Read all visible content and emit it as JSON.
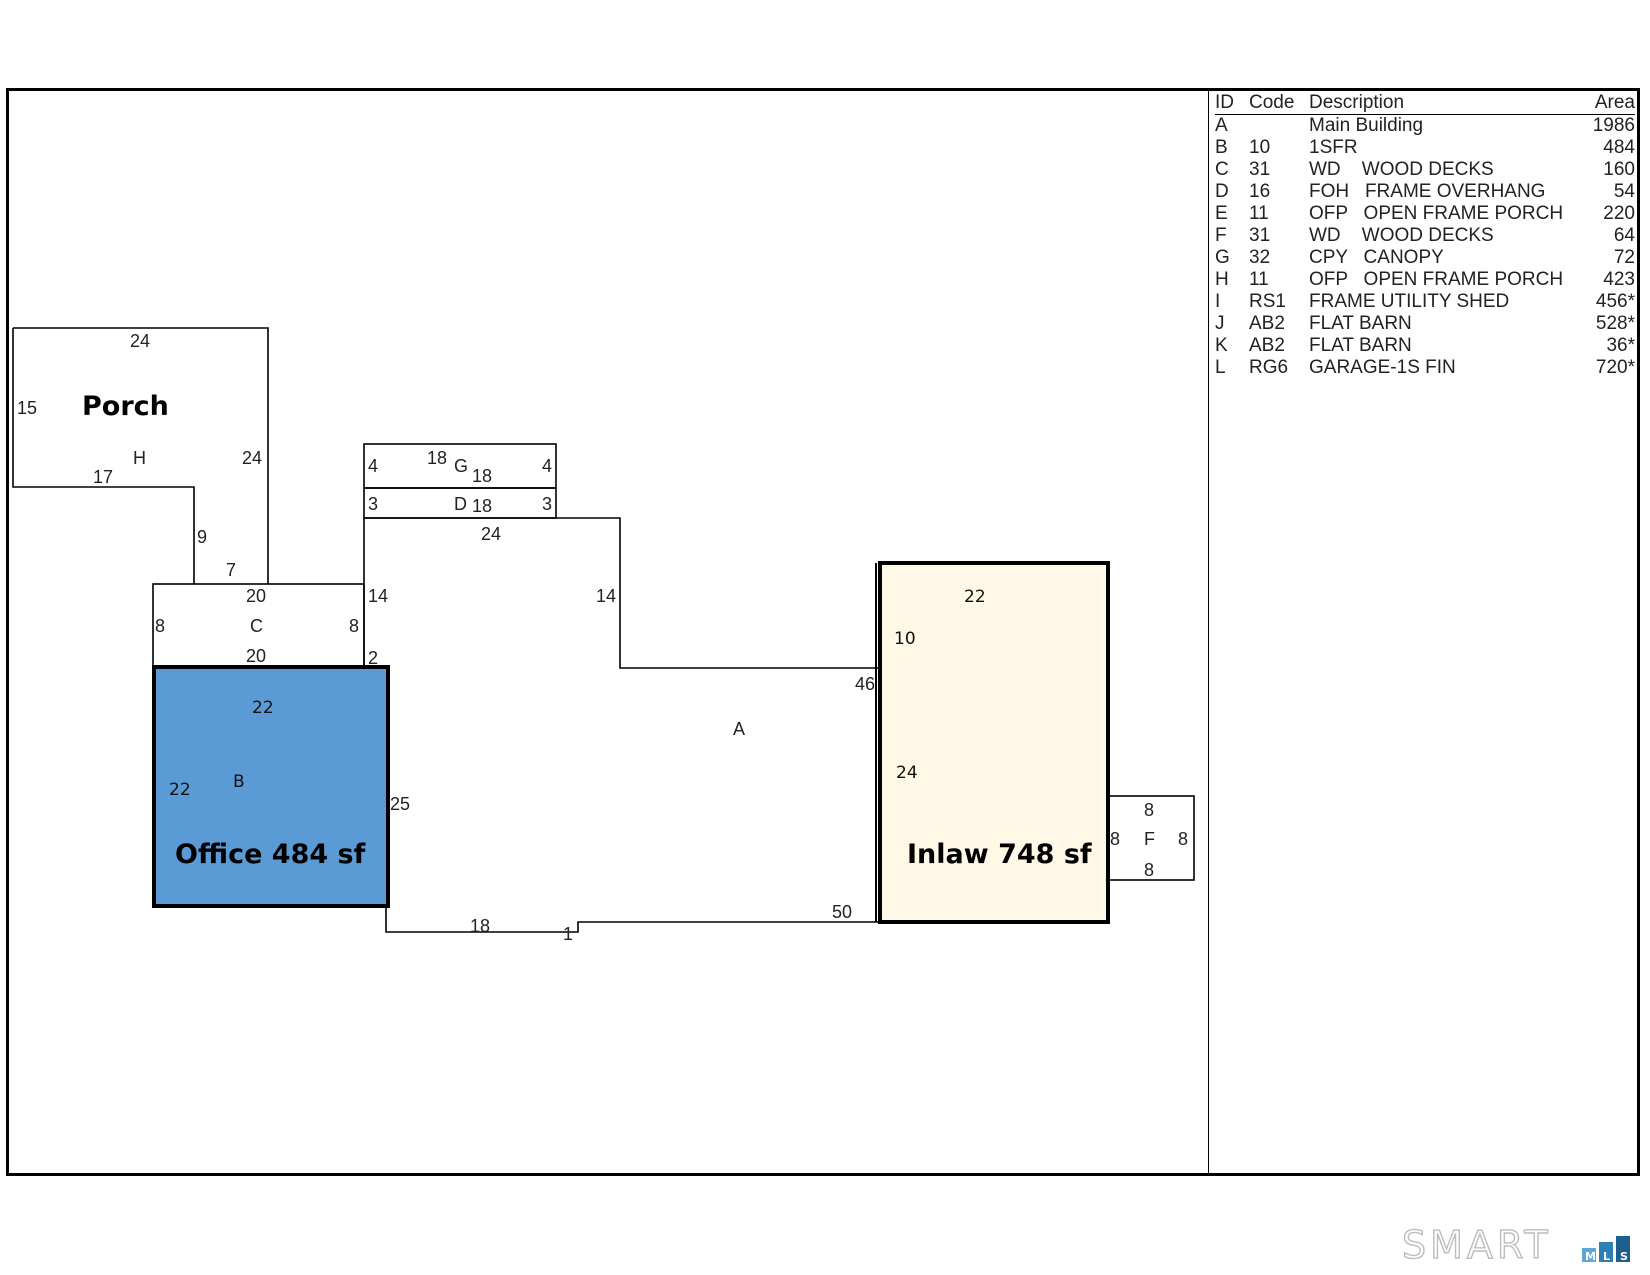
{
  "legend": {
    "headers": {
      "id": "ID",
      "code": "Code",
      "description": "Description",
      "area": "Area"
    },
    "rows": [
      {
        "id": "A",
        "code": "",
        "description": "Main Building",
        "area": "1986"
      },
      {
        "id": "B",
        "code": "10",
        "description": "1SFR",
        "area": "484"
      },
      {
        "id": "C",
        "code": "31",
        "description": "WD    WOOD DECKS",
        "area": "160"
      },
      {
        "id": "D",
        "code": "16",
        "description": "FOH   FRAME OVERHANG",
        "area": "54"
      },
      {
        "id": "E",
        "code": "11",
        "description": "OFP   OPEN FRAME PORCH",
        "area": "220"
      },
      {
        "id": "F",
        "code": "31",
        "description": "WD    WOOD DECKS",
        "area": "64"
      },
      {
        "id": "G",
        "code": "32",
        "description": "CPY   CANOPY",
        "area": "72"
      },
      {
        "id": "H",
        "code": "11",
        "description": "OFP   OPEN FRAME PORCH",
        "area": "423"
      },
      {
        "id": "I",
        "code": "RS1",
        "description": "FRAME UTILITY SHED",
        "area": "456*"
      },
      {
        "id": "J",
        "code": "AB2",
        "description": "FLAT BARN",
        "area": "528*"
      },
      {
        "id": "K",
        "code": "AB2",
        "description": "FLAT BARN",
        "area": "36*"
      },
      {
        "id": "L",
        "code": "RG6",
        "description": "GARAGE-1S FIN",
        "area": "720*"
      }
    ]
  },
  "plan": {
    "callouts": {
      "porch": "Porch",
      "office": "Office 484 sf",
      "inlaw": "Inlaw  748 sf"
    },
    "colors": {
      "office_fill": "#5b9bd5",
      "inlaw_fill": "#fff8e7",
      "line": "#000000"
    },
    "labels": {
      "h_top": "24",
      "h_left": "15",
      "h_id": "H",
      "h_right": "24",
      "h_bottom": "17",
      "h_step_v": "9",
      "h_step_h": "7",
      "g_left": "4",
      "g_top": "18",
      "g_id": "G",
      "g_bottom": "18",
      "g_right": "4",
      "d_left": "3",
      "d_id": "D",
      "d_bottom": "18",
      "d_right": "3",
      "a_top": "24",
      "a_right_upper": "14",
      "a_left_upper": "14",
      "a_left_small": "2",
      "a_mid": "46",
      "a_id": "A",
      "a_left_lower": "25",
      "a_bottom_left": "18",
      "a_notch": "1",
      "a_bottom_right": "50",
      "c_top": "20",
      "c_left": "8",
      "c_id": "C",
      "c_right": "8",
      "c_bottom": "20",
      "b_top": "22",
      "b_left": "22",
      "b_id": "B",
      "inlaw_top": "22",
      "inlaw_upper": "10",
      "inlaw_lower": "24",
      "f_top": "8",
      "f_left": "8",
      "f_id": "F",
      "f_right": "8",
      "f_bottom": "8"
    }
  },
  "logo": {
    "text": "SMART",
    "m": "M",
    "l": "L",
    "s": "S"
  }
}
